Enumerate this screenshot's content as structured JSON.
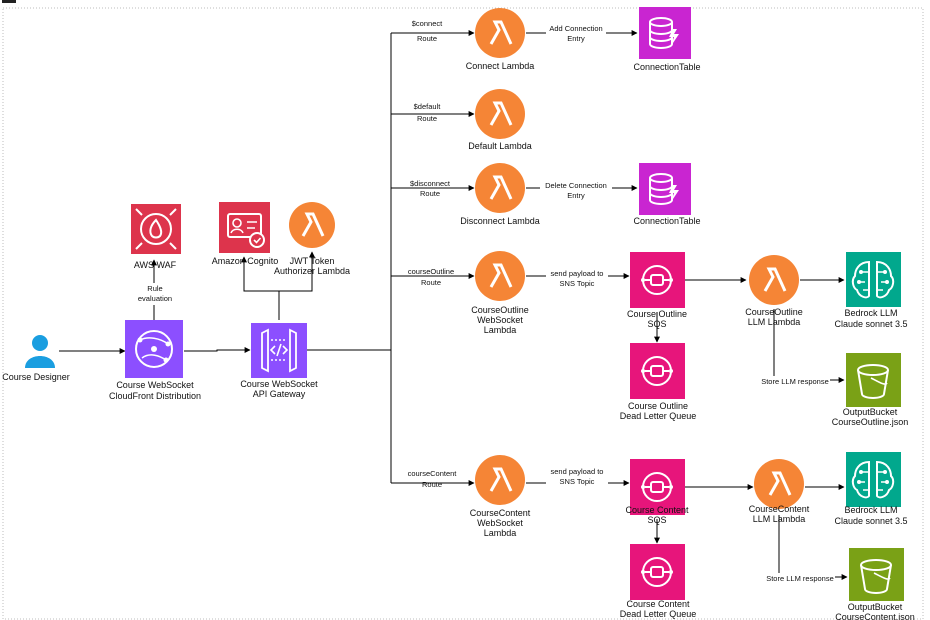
{
  "nodes": {
    "designer": {
      "label": [
        "Course Designer"
      ]
    },
    "waf": {
      "label": [
        "AWS WAF"
      ]
    },
    "cloudfront": {
      "label": [
        "Course WebSocket",
        "CloudFront Distribution"
      ]
    },
    "cognito": {
      "label": [
        "Amazon Cognito"
      ]
    },
    "authorizer": {
      "label": [
        "JWT Token",
        "Authorizer Lambda"
      ]
    },
    "apigw": {
      "label": [
        "Course WebSocket",
        "API Gateway"
      ]
    },
    "connect_lambda": {
      "label": [
        "Connect Lambda"
      ]
    },
    "default_lambda": {
      "label": [
        "Default Lambda"
      ]
    },
    "disconnect_lambda": {
      "label": [
        "Disconnect Lambda"
      ]
    },
    "conn_table_1": {
      "label": [
        "ConnectionTable"
      ]
    },
    "conn_table_2": {
      "label": [
        "ConnectionTable"
      ]
    },
    "outline_ws_lambda": {
      "label": [
        "CourseOutline",
        "WebSocket",
        "Lambda"
      ]
    },
    "outline_sqs": {
      "label": [
        "Course Outline",
        "SQS"
      ]
    },
    "outline_dlq": {
      "label": [
        "Course Outline",
        "Dead Letter Queue"
      ]
    },
    "outline_llm_lambda": {
      "label": [
        "CourseOutline",
        "LLM Lambda"
      ]
    },
    "bedrock_1": {
      "label": [
        "Bedrock LLM",
        "Claude sonnet 3.5"
      ]
    },
    "bucket_1": {
      "label": [
        "OutputBucket",
        "CourseOutline.json"
      ]
    },
    "content_ws_lambda": {
      "label": [
        "CourseContent",
        "WebSocket",
        "Lambda"
      ]
    },
    "content_sqs": {
      "label": [
        "Course Content",
        "SQS"
      ]
    },
    "content_dlq": {
      "label": [
        "Course Content",
        "Dead Letter Queue"
      ]
    },
    "content_llm_lambda": {
      "label": [
        "CourseContent",
        "LLM Lambda"
      ]
    },
    "bedrock_2": {
      "label": [
        "Bedrock LLM",
        "Claude sonnet 3.5"
      ]
    },
    "bucket_2": {
      "label": [
        "OutputBucket",
        "CourseContent.json"
      ]
    }
  },
  "edges": {
    "rule_eval": [
      "Rule",
      "evaluation"
    ],
    "connect_route": [
      "$connect",
      "Route"
    ],
    "default_route": [
      "$default",
      "Route"
    ],
    "disconnect_route": [
      "$disconnect",
      "Route"
    ],
    "outline_route": [
      "courseOutline",
      "Route"
    ],
    "content_route": [
      "courseContent",
      "Route"
    ],
    "add_conn": [
      "Add Connection",
      "Entry"
    ],
    "del_conn": [
      "Delete Connection",
      "Entry"
    ],
    "send_outline": [
      "send payload to",
      "SNS Topic"
    ],
    "send_content": [
      "send payload to",
      "SNS Topic"
    ],
    "store_outline": [
      "Store LLM response"
    ],
    "store_content": [
      "Store LLM response"
    ]
  },
  "colors": {
    "lambda": "#f58536",
    "security": "#dd344c",
    "network": "#8c4fff",
    "database": "#c925d1",
    "integration": "#e7157b",
    "ml": "#01a88d",
    "storage": "#7aa116",
    "user": "#1a9ee0",
    "line": "#000000"
  }
}
